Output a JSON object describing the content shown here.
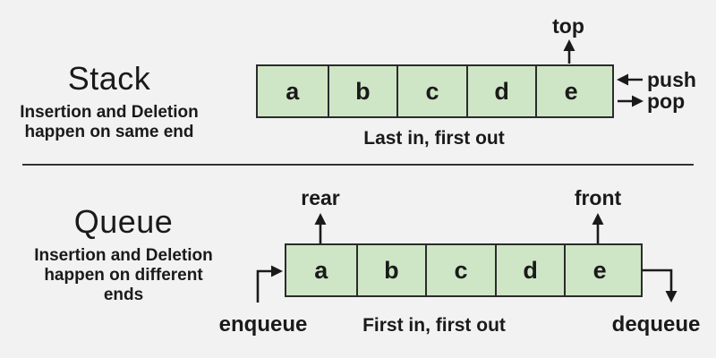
{
  "stack": {
    "title": "Stack",
    "subtitle_line1": "Insertion and Deletion",
    "subtitle_line2": "happen on same end",
    "cells": [
      "a",
      "b",
      "c",
      "d",
      "e"
    ],
    "top_label": "top",
    "push_label": "push",
    "pop_label": "pop",
    "caption": "Last in, first out"
  },
  "queue": {
    "title": "Queue",
    "subtitle_line1": "Insertion and Deletion",
    "subtitle_line2": "happen on different ends",
    "cells": [
      "a",
      "b",
      "c",
      "d",
      "e"
    ],
    "rear_label": "rear",
    "front_label": "front",
    "enqueue_label": "enqueue",
    "dequeue_label": "dequeue",
    "caption": "First in, first out"
  },
  "icons": {
    "up_arrow": "arrow-up-icon",
    "left_arrow": "arrow-left-icon",
    "right_arrow": "arrow-right-icon",
    "down_arrow": "arrow-down-icon"
  },
  "colors": {
    "background": "#f2f2f2",
    "cell_fill": "#cfe6c6",
    "cell_border": "#2b2b2b",
    "text": "#1a1a1a",
    "divider": "#333333"
  }
}
